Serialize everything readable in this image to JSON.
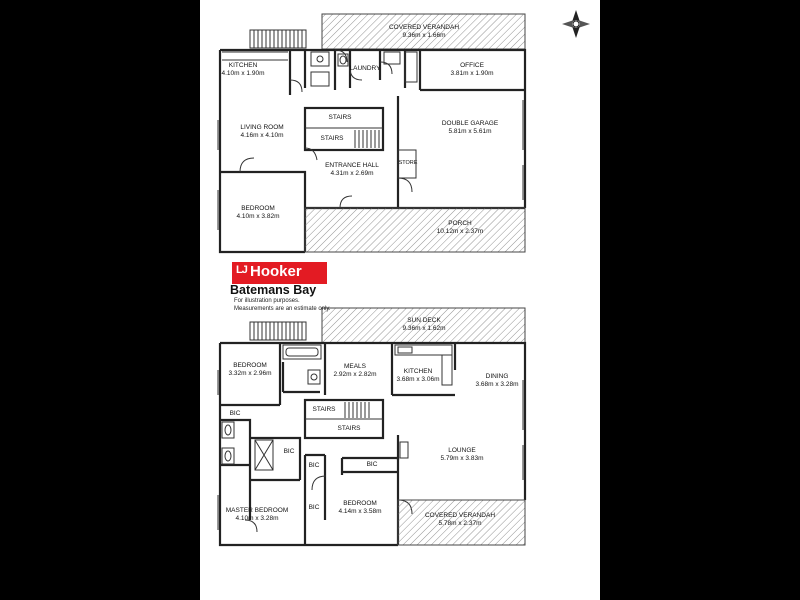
{
  "ground_floor": {
    "rooms": [
      {
        "id": "verandah",
        "name": "COVERED VERANDAH",
        "dims": "9.36m x 1.66m"
      },
      {
        "id": "kitchen",
        "name": "KITCHEN",
        "dims": "4.10m x 1.90m"
      },
      {
        "id": "laundry",
        "name": "LAUNDRY",
        "dims": ""
      },
      {
        "id": "office",
        "name": "OFFICE",
        "dims": "3.81m x 1.90m"
      },
      {
        "id": "living",
        "name": "LIVING ROOM",
        "dims": "4.16m x 4.10m"
      },
      {
        "id": "stairs1",
        "name": "STAIRS",
        "dims": ""
      },
      {
        "id": "stairs2",
        "name": "STAIRS",
        "dims": ""
      },
      {
        "id": "garage",
        "name": "DOUBLE GARAGE",
        "dims": "5.81m x 5.61m"
      },
      {
        "id": "entrance",
        "name": "ENTRANCE HALL",
        "dims": "4.31m x 2.69m"
      },
      {
        "id": "store",
        "name": "STORE",
        "dims": ""
      },
      {
        "id": "bedroom",
        "name": "BEDROOM",
        "dims": "4.10m x 3.82m"
      },
      {
        "id": "porch",
        "name": "PORCH",
        "dims": "10.12m x 2.37m"
      }
    ]
  },
  "first_floor": {
    "rooms": [
      {
        "id": "sundeck",
        "name": "SUN DECK",
        "dims": "9.36m x 1.62m"
      },
      {
        "id": "bedroom2",
        "name": "BEDROOM",
        "dims": "3.32m x 2.96m"
      },
      {
        "id": "meals",
        "name": "MEALS",
        "dims": "2.92m x 2.82m"
      },
      {
        "id": "kitchen2",
        "name": "KITCHEN",
        "dims": "3.68m x 3.06m"
      },
      {
        "id": "dining",
        "name": "DINING",
        "dims": "3.68m x 3.28m"
      },
      {
        "id": "bic1",
        "name": "BIC",
        "dims": ""
      },
      {
        "id": "stairs3",
        "name": "STAIRS",
        "dims": ""
      },
      {
        "id": "stairs4",
        "name": "STAIRS",
        "dims": ""
      },
      {
        "id": "bic2",
        "name": "BIC",
        "dims": ""
      },
      {
        "id": "bic3",
        "name": "BIC",
        "dims": ""
      },
      {
        "id": "bic4",
        "name": "BIC",
        "dims": ""
      },
      {
        "id": "lounge",
        "name": "LOUNGE",
        "dims": "5.79m x 3.83m"
      },
      {
        "id": "bic5",
        "name": "BIC",
        "dims": ""
      },
      {
        "id": "master",
        "name": "MASTER BEDROOM",
        "dims": "4.10m x 3.28m"
      },
      {
        "id": "bedroom3",
        "name": "BEDROOM",
        "dims": "4.14m x 3.58m"
      },
      {
        "id": "verandah2",
        "name": "COVERED VERANDAH",
        "dims": "5.78m x 2.37m"
      }
    ]
  },
  "branding": {
    "logo_lj": "LJ",
    "logo_text": "Hooker",
    "branch": "Batemans Bay",
    "disclaimer_1": "For illustration purposes.",
    "disclaimer_2": "Measurements are an estimate only.",
    "brand_color": "#e31b23"
  },
  "icons": {
    "north_arrow": "compass-north-icon"
  }
}
